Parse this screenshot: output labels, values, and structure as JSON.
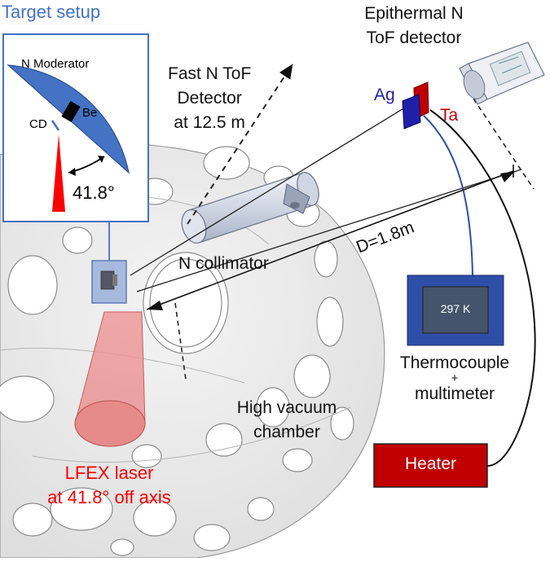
{
  "inset": {
    "title": "Target setup",
    "moderator_label": "N Moderator",
    "be_label": "Be",
    "cd_label": "CD",
    "angle_label": "41.8°"
  },
  "labels": {
    "fast_detector": [
      "Fast N ToF",
      "Detector",
      "at 12.5 m"
    ],
    "epithermal_detector": [
      "Epithermal N",
      "ToF detector"
    ],
    "ag": "Ag",
    "ta": "Ta",
    "collimator": "N collimator",
    "distance": "D=1.8m",
    "thermocouple": [
      "Thermocouple",
      "+",
      "multimeter"
    ],
    "multimeter_reading": "297 K",
    "vacuum_chamber": [
      "High vacuum",
      "chamber"
    ],
    "heater": "Heater",
    "laser": [
      "LFEX laser",
      "at 41.8° off axis"
    ]
  },
  "colors": {
    "title_blue": "#4472c4",
    "moderator_blue": "#4472c4",
    "ag_blue": "#1f1fa8",
    "ta_red": "#c00000",
    "laser_red": "#ff0000",
    "heater_red": "#c00000",
    "monitor_blue": "#2f4ea8",
    "screen_gray": "#44546a"
  }
}
